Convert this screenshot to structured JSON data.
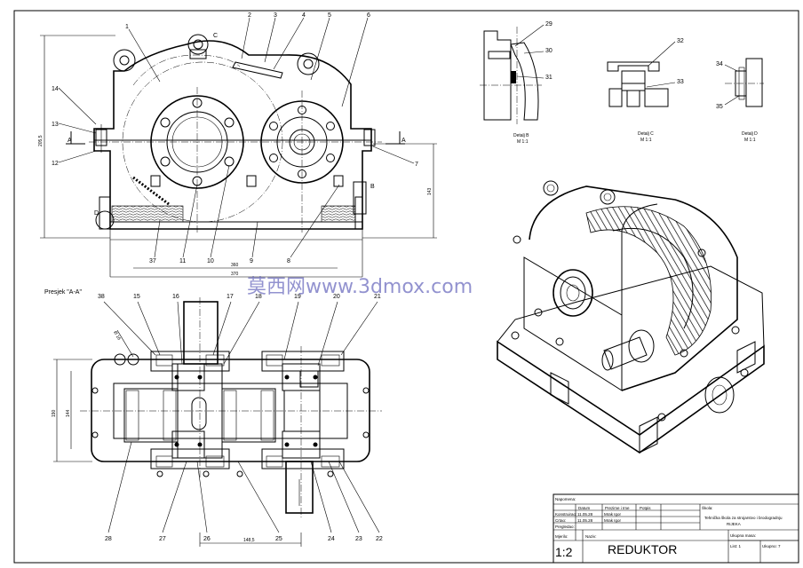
{
  "drawing": {
    "part_numbers_front": [
      "1",
      "2",
      "3",
      "4",
      "5",
      "6",
      "7",
      "8",
      "9",
      "10",
      "11",
      "12",
      "13",
      "14",
      "37"
    ],
    "part_numbers_section": [
      "15",
      "16",
      "17",
      "18",
      "19",
      "20",
      "21",
      "22",
      "23",
      "24",
      "25",
      "26",
      "27",
      "28",
      "38"
    ],
    "part_numbers_details": [
      "29",
      "30",
      "31",
      "32",
      "33",
      "34",
      "35"
    ],
    "letters": {
      "c": "C",
      "a": "A",
      "b": "B",
      "d": "D"
    },
    "dims": {
      "d1": "205,5",
      "d2": "143",
      "d3": "360",
      "d4": "370",
      "d5": "190",
      "d6": "144",
      "d7": "148,5",
      "d8": "Ø 16"
    },
    "section_title": "Presjek \"A-A\"",
    "details": [
      {
        "name": "Detalj B",
        "scale": "M 1:1"
      },
      {
        "name": "Detalj C",
        "scale": "M 1:1"
      },
      {
        "name": "Detalj D",
        "scale": "M 1:1"
      }
    ]
  },
  "watermark": "莫西网www.3dmox.com",
  "title_block": {
    "napomena": "Napomena:",
    "col_datum": "Datum",
    "col_prezime": "Prezime i Ime",
    "col_potpis": "Potpis",
    "skola_label": "Škola:",
    "school": "Tehnička škola za strojarstvo i brodogradnju",
    "city": "RIJEKA",
    "konstruirao": "Konstruirao:",
    "crtao": "Crtao:",
    "pregledao": "Pregledao:",
    "date1": "11.05.28",
    "date2": "11.05.28",
    "name1": "Mrak Igor",
    "name2": "Mrak Igor",
    "mjerilo_label": "Mjerilo:",
    "naziv_label": "Naziv:",
    "scale": "1:2",
    "title": "REDUKTOR",
    "masa": "Ukupna masa:",
    "list": "List: 1",
    "ukupno": "Ukupno: 7"
  }
}
